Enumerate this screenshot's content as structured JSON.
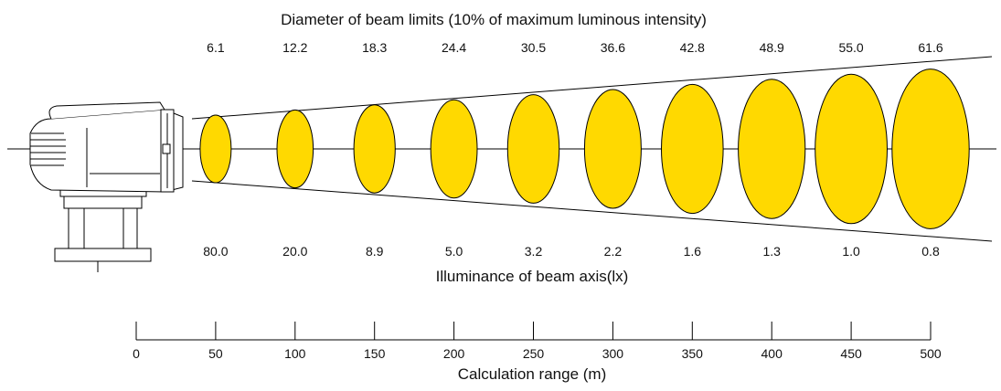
{
  "diameter_title": "Diameter of beam limits (10% of maximum luminous intensity)",
  "illuminance_title": "Illuminance of beam axis(lx)",
  "range_title": "Calculation range (m)",
  "beam_fill": "#FFD900",
  "beam_points": [
    {
      "distance_m": 50,
      "diameter": "6.1",
      "illuminance": "80.0"
    },
    {
      "distance_m": 100,
      "diameter": "12.2",
      "illuminance": "20.0"
    },
    {
      "distance_m": 150,
      "diameter": "18.3",
      "illuminance": "8.9"
    },
    {
      "distance_m": 200,
      "diameter": "24.4",
      "illuminance": "5.0"
    },
    {
      "distance_m": 250,
      "diameter": "30.5",
      "illuminance": "3.2"
    },
    {
      "distance_m": 300,
      "diameter": "36.6",
      "illuminance": "2.2"
    },
    {
      "distance_m": 350,
      "diameter": "42.8",
      "illuminance": "1.6"
    },
    {
      "distance_m": 400,
      "diameter": "48.9",
      "illuminance": "1.3"
    },
    {
      "distance_m": 450,
      "diameter": "55.0",
      "illuminance": "1.0"
    },
    {
      "distance_m": 500,
      "diameter": "61.6",
      "illuminance": "0.8"
    }
  ],
  "range_ticks": [
    "0",
    "50",
    "100",
    "150",
    "200",
    "250",
    "300",
    "350",
    "400",
    "450",
    "500"
  ],
  "device": {
    "icon": "searchlight-icon"
  }
}
